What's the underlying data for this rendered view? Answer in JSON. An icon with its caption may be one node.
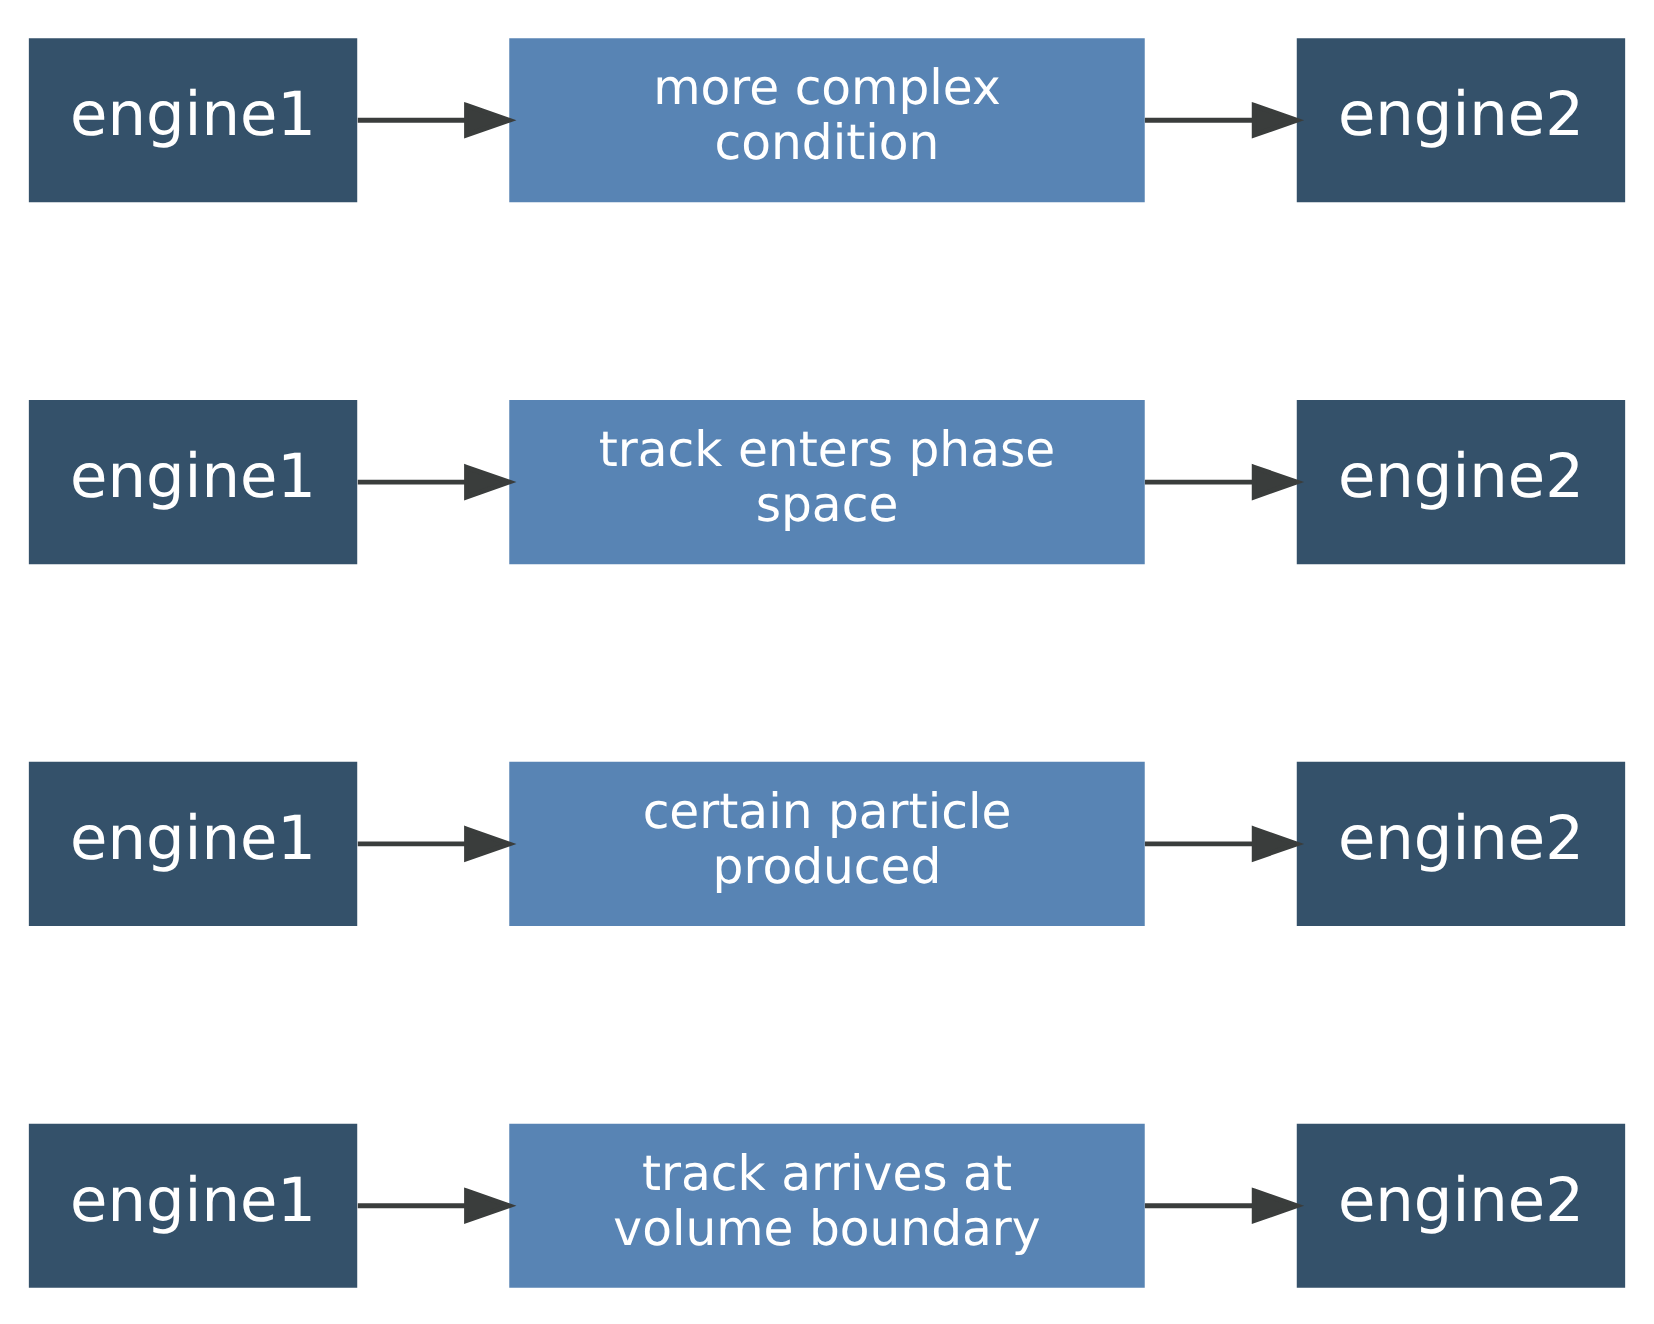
{
  "diagram": {
    "nodes": [
      {
        "text": [
          "engine1"
        ]
      },
      {
        "text": [
          "track arrives at volume boundary"
        ]
      },
      {
        "text": [
          "engine2"
        ]
      },
      {
        "text": [
          "engine1"
        ]
      },
      {
        "text": [
          "certain particle produced"
        ]
      },
      {
        "text": [
          "engine2"
        ]
      },
      {
        "text": [
          "engine1"
        ]
      },
      {
        "text": [
          "track enters phase space"
        ]
      },
      {
        "text": [
          "engine2"
        ]
      },
      {
        "text": [
          "engine1"
        ]
      },
      {
        "text": [
          "more complex condition"
        ]
      },
      {
        "text": [
          "engine2"
        ]
      }
    ],
    "edges": [
      {
        "from": 0,
        "to": 1,
        "arrow": "to"
      },
      {
        "from": 1,
        "to": 2,
        "arrow": "to"
      },
      {
        "from": 3,
        "to": 4,
        "arrow": "to"
      },
      {
        "from": 4,
        "to": 5,
        "arrow": "to"
      },
      {
        "from": 6,
        "to": 7,
        "arrow": "to"
      },
      {
        "from": 7,
        "to": 8,
        "arrow": "to"
      },
      {
        "from": 9,
        "to": 10,
        "arrow": "to"
      },
      {
        "from": 10,
        "to": 11,
        "arrow": "to"
      }
    ]
  }
}
